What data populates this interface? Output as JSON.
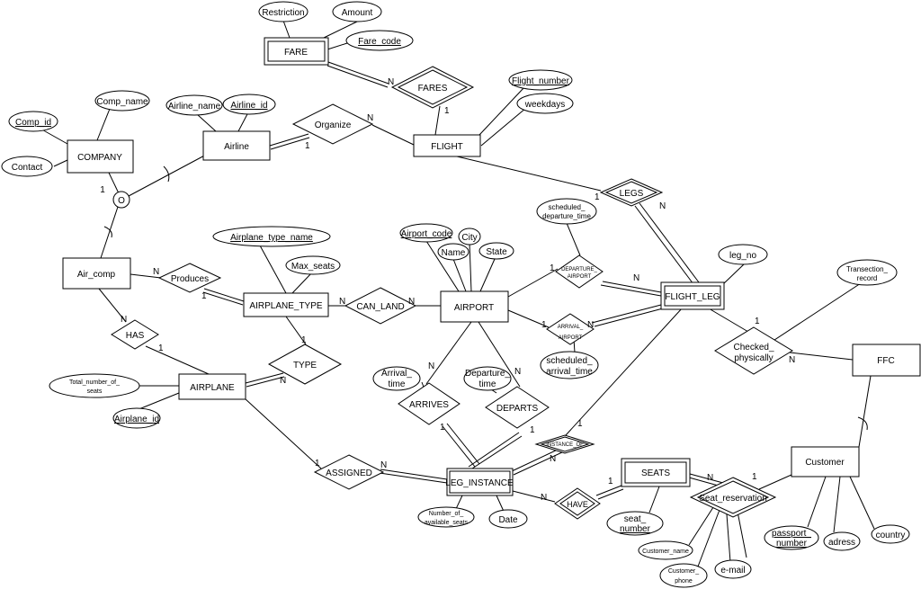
{
  "entities": {
    "fare": "FARE",
    "flight": "FLIGHT",
    "company": "COMPANY",
    "airline": "Airline",
    "air_comp": "Air_comp",
    "airplane_type": "AIRPLANE_TYPE",
    "airport": "AIRPORT",
    "flight_leg": "FLIGHT_LEG",
    "airplane": "AIRPLANE",
    "leg_instance": "LEG_INSTANCE",
    "seats": "SEATS",
    "ffc": "FFC",
    "customer": "Customer"
  },
  "relationships": {
    "fares": "FARES",
    "organize": "Organize",
    "legs": "LEGS",
    "produces": "Produces",
    "can_land": "CAN_LAND",
    "has": "HAS",
    "type": "TYPE",
    "departure_airport": [
      "DEPARTURE_",
      "AIRPORT"
    ],
    "arrival_airport": [
      "ARRIVAL_",
      "AIRPORT"
    ],
    "checked_physically": [
      "Checked_",
      "physically"
    ],
    "arrives": "ARRIVES",
    "departs": "DEPARTS",
    "instance_of": "INSTANCE_OF",
    "assigned": "ASSIGNED",
    "have": "HAVE",
    "seat_reservation": "Seat_reservation"
  },
  "attributes": {
    "restriction": "Restriction",
    "amount": "Amount",
    "fare_code": "Fare_code",
    "flight_number": "Flight_number",
    "weekdays": "weekdays",
    "comp_name": "Comp_name",
    "comp_id": "Comp_id",
    "contact": "Contact",
    "airline_name": "Airline_name",
    "airline_id": "Airline_id",
    "scheduled_departure_time": [
      "scheduled_",
      "departure_time"
    ],
    "airport_code": "Airport_code",
    "city": "City",
    "name": "Name",
    "state": "State",
    "airplane_type_name": "Airplane_type_name",
    "max_seats": "Max_seats",
    "leg_no": "leg_no",
    "transection_record": [
      "Transection_",
      "record"
    ],
    "total_number_of_seats": [
      "Total_number_of_",
      "seats"
    ],
    "airplane_id": "Airplane_id",
    "scheduled_arrival_time": [
      "scheduled_",
      "arrival_time"
    ],
    "arrival_time": [
      "Arrival_",
      "time"
    ],
    "departure_time": [
      "Departure_",
      "time"
    ],
    "number_of_available_seats": [
      "Number_of_",
      "available_seats"
    ],
    "date": "Date",
    "seat_number": [
      "seat_",
      "number"
    ],
    "customer_name": "Customer_name",
    "customer_phone": [
      "Customer_",
      "phone"
    ],
    "email": "e-mail",
    "passport_number": [
      "passport_",
      "number"
    ],
    "adress": "adress",
    "country": "country"
  },
  "specialization": {
    "symbol": "O",
    "company_cardinality": "1"
  },
  "cardinalities": {
    "fares_fare": "N",
    "fares_flight": "1",
    "organize_airline": "1",
    "organize_flight": "N",
    "legs_flight": "1",
    "legs_flight_leg": "N",
    "produces_air_comp": "N",
    "produces_airplane_type": "1",
    "can_land_airplane_type": "N",
    "can_land_airport": "N",
    "has_air_comp": "N",
    "has_airplane": "1",
    "type_airplane_type": "1",
    "type_airplane": "N",
    "departure_airport": "1",
    "departure_flight_leg": "N",
    "arrival_airport": "1",
    "arrival_flight_leg": "N",
    "checked_flight_leg": "1",
    "checked_ffc": "N",
    "arrives_airport": "N",
    "arrives_leg_instance": "1",
    "departs_airport": "N",
    "departs_leg_instance": "1",
    "instance_of_flight_leg": "1",
    "instance_of_leg_instance": "N",
    "assigned_airplane": "1",
    "assigned_leg_instance": "N",
    "have_leg_instance": "N",
    "have_seats": "1",
    "seat_reservation_seats": "N",
    "seat_reservation_customer": "1"
  }
}
